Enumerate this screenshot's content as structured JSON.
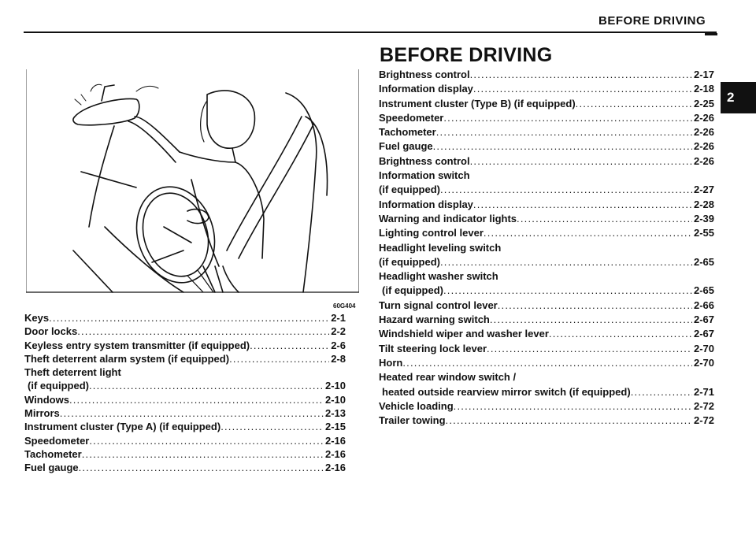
{
  "header": {
    "title": "BEFORE DRIVING"
  },
  "chapter_tab": "2",
  "section_title": "BEFORE DRIVING",
  "figure": {
    "code": "60G404",
    "description_icon": "driver-adjusting-rearview-mirror-illustration"
  },
  "toc_left": [
    {
      "title": "Keys",
      "page": "2-1"
    },
    {
      "title": "Door locks",
      "page": "2-2"
    },
    {
      "title": "Keyless entry system transmitter (if equipped)",
      "page": "2-6"
    },
    {
      "title": "Theft deterrent alarm system (if equipped)",
      "page": "2-8"
    },
    {
      "title": "Theft deterrent light",
      "page": ""
    },
    {
      "title": "(if equipped)",
      "page": "2-10"
    },
    {
      "title": "Windows",
      "page": "2-10"
    },
    {
      "title": "Mirrors",
      "page": "2-13"
    },
    {
      "title": "Instrument cluster (Type A) (if equipped)",
      "page": "2-15"
    },
    {
      "title": "Speedometer",
      "page": "2-16"
    },
    {
      "title": "Tachometer",
      "page": "2-16"
    },
    {
      "title": "Fuel gauge",
      "page": "2-16"
    }
  ],
  "toc_right": [
    {
      "title": "Brightness control",
      "page": "2-17"
    },
    {
      "title": "Information display",
      "page": "2-18"
    },
    {
      "title": "Instrument cluster (Type B) (if equipped)",
      "page": "2-25"
    },
    {
      "title": "Speedometer",
      "page": "2-26"
    },
    {
      "title": "Tachometer",
      "page": "2-26"
    },
    {
      "title": "Fuel gauge",
      "page": "2-26"
    },
    {
      "title": "Brightness control",
      "page": "2-26"
    },
    {
      "title": "Information switch",
      "page": ""
    },
    {
      "title": "(if equipped)",
      "page": "2-27"
    },
    {
      "title": "Information display",
      "page": "2-28"
    },
    {
      "title": "Warning and indicator lights",
      "page": "2-39"
    },
    {
      "title": "Lighting control lever",
      "page": "2-55"
    },
    {
      "title": "Headlight leveling switch",
      "page": ""
    },
    {
      "title": "(if equipped)",
      "page": "2-65"
    },
    {
      "title": "Headlight washer switch",
      "page": ""
    },
    {
      "title": "(if equipped)",
      "page": "2-65"
    },
    {
      "title": "Turn signal control lever",
      "page": "2-66"
    },
    {
      "title": "Hazard warning switch",
      "page": "2-67"
    },
    {
      "title": "Windshield wiper and washer lever",
      "page": "2-67"
    },
    {
      "title": "Tilt steering lock lever",
      "page": "2-70"
    },
    {
      "title": "Horn",
      "page": "2-70"
    },
    {
      "title": "Heated rear window switch /",
      "page": ""
    },
    {
      "title": "heated outside rearview mirror switch (if equipped)",
      "page": "2-71"
    },
    {
      "title": "Vehicle loading",
      "page": "2-72"
    },
    {
      "title": "Trailer towing",
      "page": "2-72"
    }
  ]
}
